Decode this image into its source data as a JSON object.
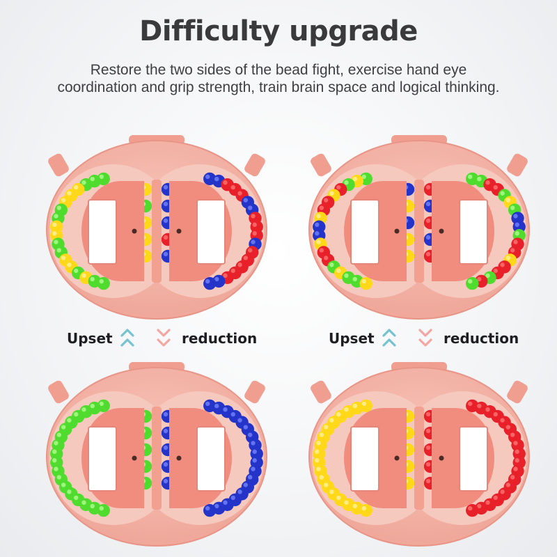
{
  "header": {
    "title": "Difficulty upgrade",
    "subtitle_line1": "Restore the two sides of the bead fight, exercise hand eye",
    "subtitle_line2": "coordination and grip strength, train brain space and logical thinking."
  },
  "labels": {
    "left": {
      "upset": "Upset",
      "reduction": "reduction"
    },
    "right": {
      "upset": "Upset",
      "reduction": "reduction"
    }
  },
  "icons": {
    "up": "double-chevron-up-icon",
    "down": "double-chevron-down-icon"
  },
  "colors": {
    "body": "#f3b3a7",
    "inner": "#f08d7e",
    "bead_red": "#e8202a",
    "bead_yellow": "#ffd81a",
    "bead_green": "#4fdc2e",
    "bead_blue": "#2433c8",
    "arrow_up": "#77c2cf",
    "arrow_down": "#f4a7a2"
  },
  "puzzles": [
    {
      "name": "top-left",
      "left": [
        "g",
        "g",
        "g",
        "y",
        "y",
        "y",
        "g",
        "g",
        "y",
        "y",
        "g",
        "g",
        "y",
        "y",
        "g",
        "y",
        "g",
        "g"
      ],
      "right": [
        "b",
        "b",
        "r",
        "r",
        "r",
        "b",
        "b",
        "r",
        "r",
        "r",
        "b",
        "r",
        "r",
        "r",
        "r",
        "r",
        "b",
        "b"
      ],
      "mid_left": [
        "y",
        "g",
        "y",
        "y",
        "y"
      ],
      "mid_right": [
        "b",
        "b",
        "b",
        "r",
        "b"
      ]
    },
    {
      "name": "top-right",
      "left": [
        "g",
        "y",
        "g",
        "r",
        "y",
        "r",
        "r",
        "y",
        "b",
        "b",
        "y",
        "r",
        "r",
        "g",
        "y",
        "g",
        "g",
        "y"
      ],
      "right": [
        "g",
        "g",
        "r",
        "r",
        "g",
        "y",
        "g",
        "b",
        "b",
        "g",
        "r",
        "r",
        "y",
        "r",
        "r",
        "g",
        "r",
        "g"
      ],
      "mid_left": [
        "b",
        "y",
        "b",
        "y",
        "y"
      ],
      "mid_right": [
        "r",
        "b",
        "r",
        "b",
        "r"
      ]
    },
    {
      "name": "bottom-left",
      "left": [
        "g",
        "g",
        "g",
        "g",
        "g",
        "g",
        "g",
        "g",
        "g",
        "g",
        "g",
        "g",
        "g",
        "g",
        "g",
        "g",
        "g",
        "g"
      ],
      "right": [
        "b",
        "b",
        "b",
        "b",
        "b",
        "b",
        "b",
        "b",
        "b",
        "b",
        "b",
        "b",
        "b",
        "b",
        "b",
        "b",
        "b",
        "b"
      ],
      "mid_left": [
        "g",
        "g",
        "g",
        "g",
        "g"
      ],
      "mid_right": [
        "b",
        "b",
        "b",
        "b",
        "b"
      ]
    },
    {
      "name": "bottom-right",
      "left": [
        "y",
        "y",
        "y",
        "y",
        "y",
        "y",
        "y",
        "y",
        "y",
        "y",
        "y",
        "y",
        "y",
        "y",
        "y",
        "y",
        "y",
        "y"
      ],
      "right": [
        "r",
        "r",
        "r",
        "r",
        "r",
        "r",
        "r",
        "r",
        "r",
        "r",
        "r",
        "r",
        "r",
        "r",
        "r",
        "r",
        "r",
        "r"
      ],
      "mid_left": [
        "y",
        "y",
        "y",
        "y",
        "y"
      ],
      "mid_right": [
        "r",
        "r",
        "r",
        "r",
        "r"
      ]
    }
  ]
}
